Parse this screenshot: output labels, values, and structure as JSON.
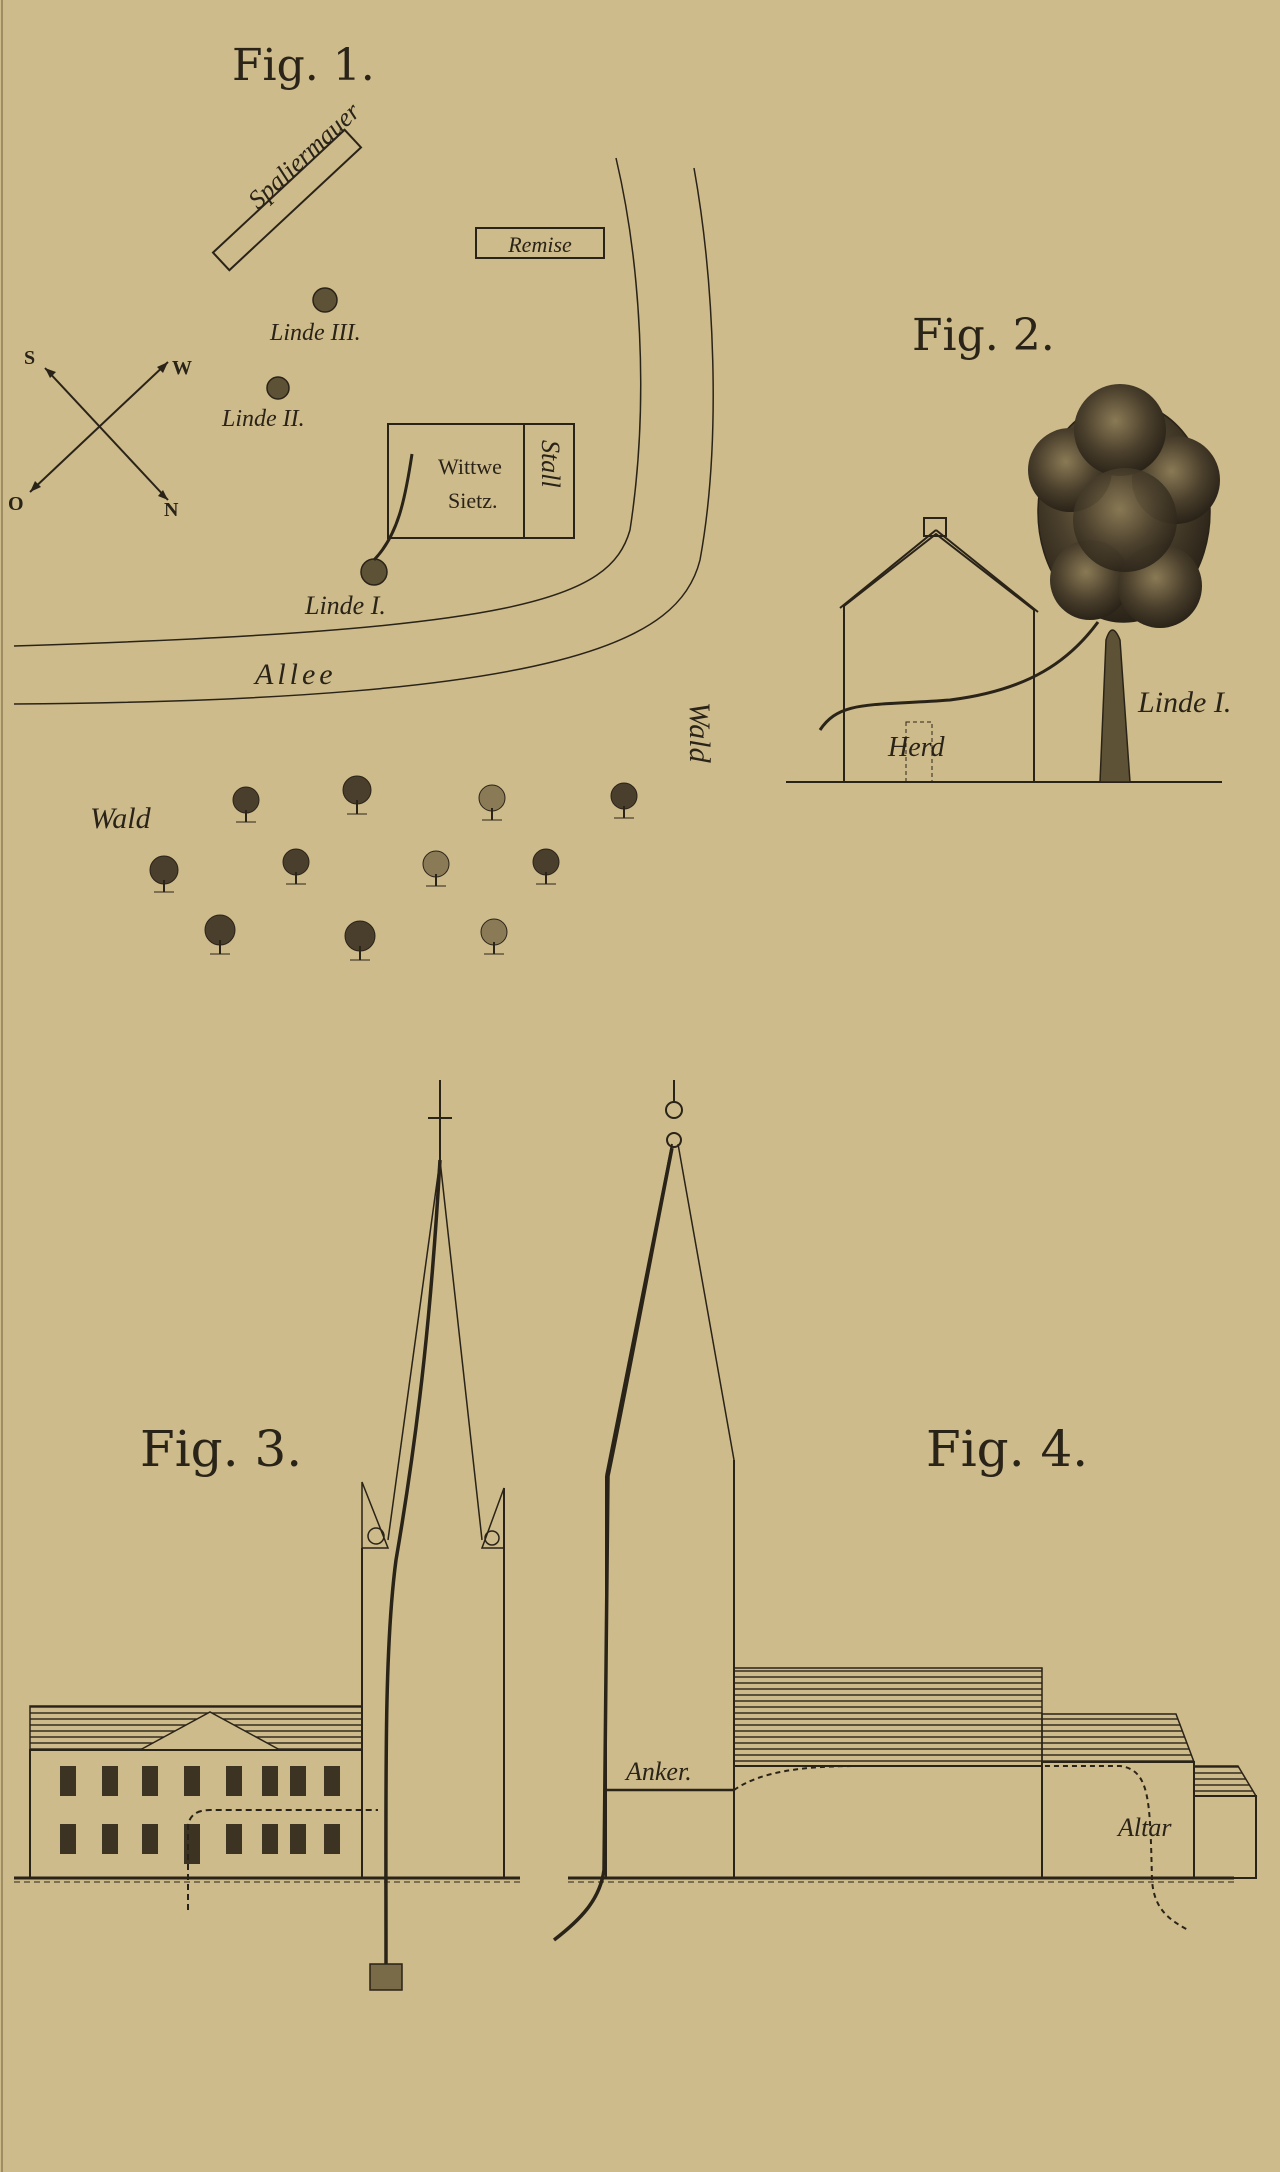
{
  "figures": {
    "fig1": {
      "title": "Fig. 1.",
      "labels": {
        "spaliermauer": "Spaliermauer",
        "remise": "Remise",
        "linde3": "Linde III.",
        "linde2": "Linde II.",
        "linde1": "Linde I.",
        "wittwe": "Wittwe",
        "sietz": "Sietz.",
        "stall": "Stall",
        "allee": "Allee",
        "wald_left": "Wald",
        "wald_right": "Wald"
      },
      "compass": {
        "s": "S",
        "w": "W",
        "o": "O",
        "n": "N"
      }
    },
    "fig2": {
      "title": "Fig. 2.",
      "labels": {
        "herd": "Herd",
        "linde1": "Linde I."
      }
    },
    "fig3": {
      "title": "Fig. 3."
    },
    "fig4": {
      "title": "Fig. 4.",
      "labels": {
        "anker": "Anker.",
        "altar": "Altar"
      }
    }
  },
  "colors": {
    "paper": "#cdbb8b",
    "ink": "#2a2318"
  }
}
